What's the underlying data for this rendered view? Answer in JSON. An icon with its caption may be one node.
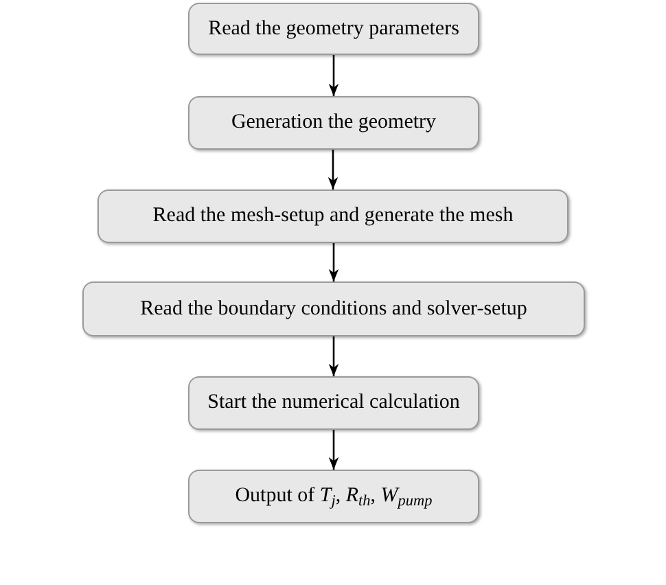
{
  "diagram": {
    "nodes": [
      {
        "text": [
          "Read the geometry parameters"
        ]
      },
      {
        "text": [
          "Generation the geometry"
        ]
      },
      {
        "text": [
          "Read the mesh-setup and generate the mesh"
        ]
      },
      {
        "text": [
          "Read the boundary conditions and solver-setup"
        ]
      },
      {
        "text": [
          "Start the numerical calculation"
        ]
      },
      {
        "text": [
          "Output of *T*$_{j}$, *R*$_{th}$, *W*$_{pump}$"
        ]
      }
    ],
    "edges": [
      {
        "from": 0,
        "to": 1,
        "arrow": "to"
      },
      {
        "from": 1,
        "to": 2,
        "arrow": "to"
      },
      {
        "from": 2,
        "to": 3,
        "arrow": "to"
      },
      {
        "from": 3,
        "to": 4,
        "arrow": "to"
      },
      {
        "from": 4,
        "to": 5,
        "arrow": "to"
      }
    ]
  }
}
